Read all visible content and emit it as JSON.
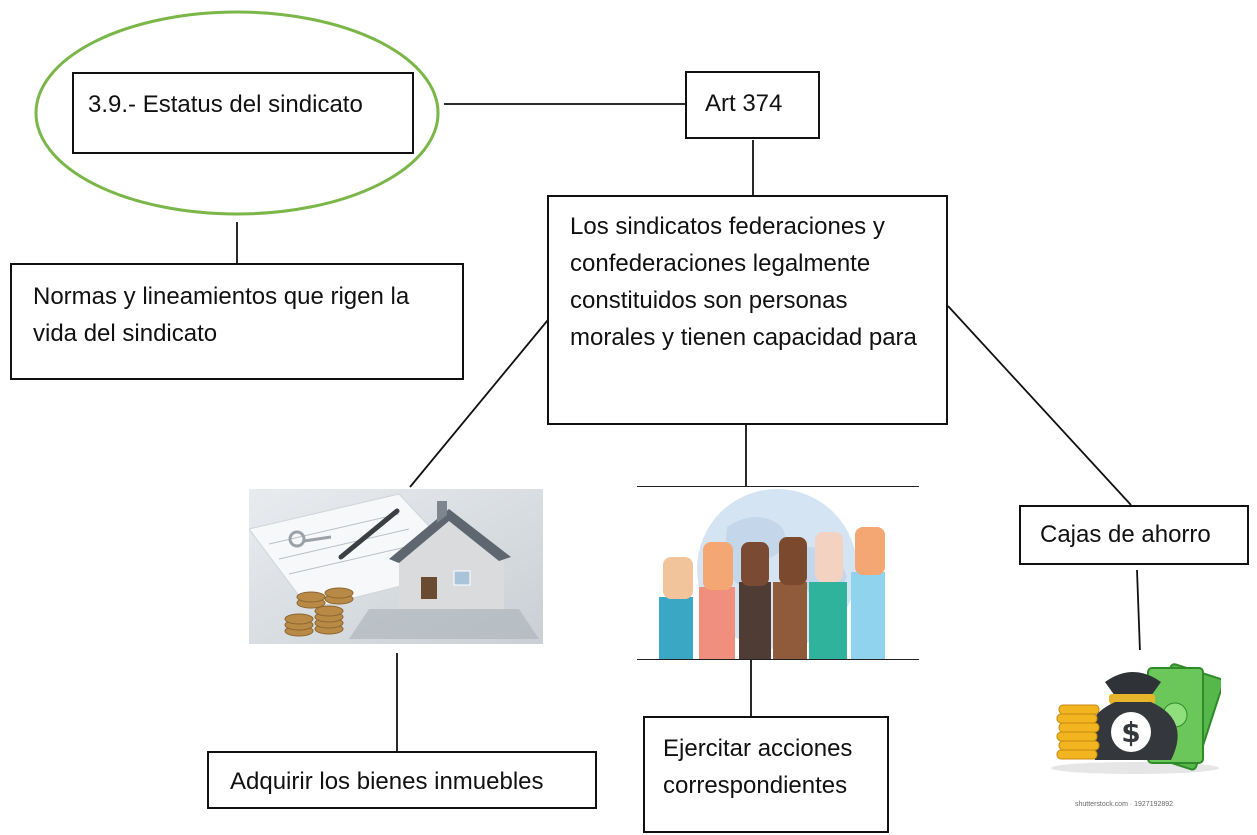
{
  "nodes": {
    "title": "3.9.- Estatus del sindicato",
    "article": "Art 374",
    "norms": "Normas y lineamientos que rigen la vida del sindicato",
    "main": "Los sindicatos federaciones y confederaciones legalmente constituidos son personas morales y tienen capacidad para",
    "savings": "Cajas de ahorro",
    "property": "Adquirir los bienes inmuebles",
    "actions": "Ejercitar acciones correspondientes"
  },
  "images": {
    "house": "house-keys-coins-photo",
    "fists": "raised-fists-globe-illustration",
    "moneybag": "money-bag-coins-illustration"
  },
  "image_credit": "shutterstock.com · 1927192892",
  "colors": {
    "highlight_ellipse": "#7ab648"
  }
}
